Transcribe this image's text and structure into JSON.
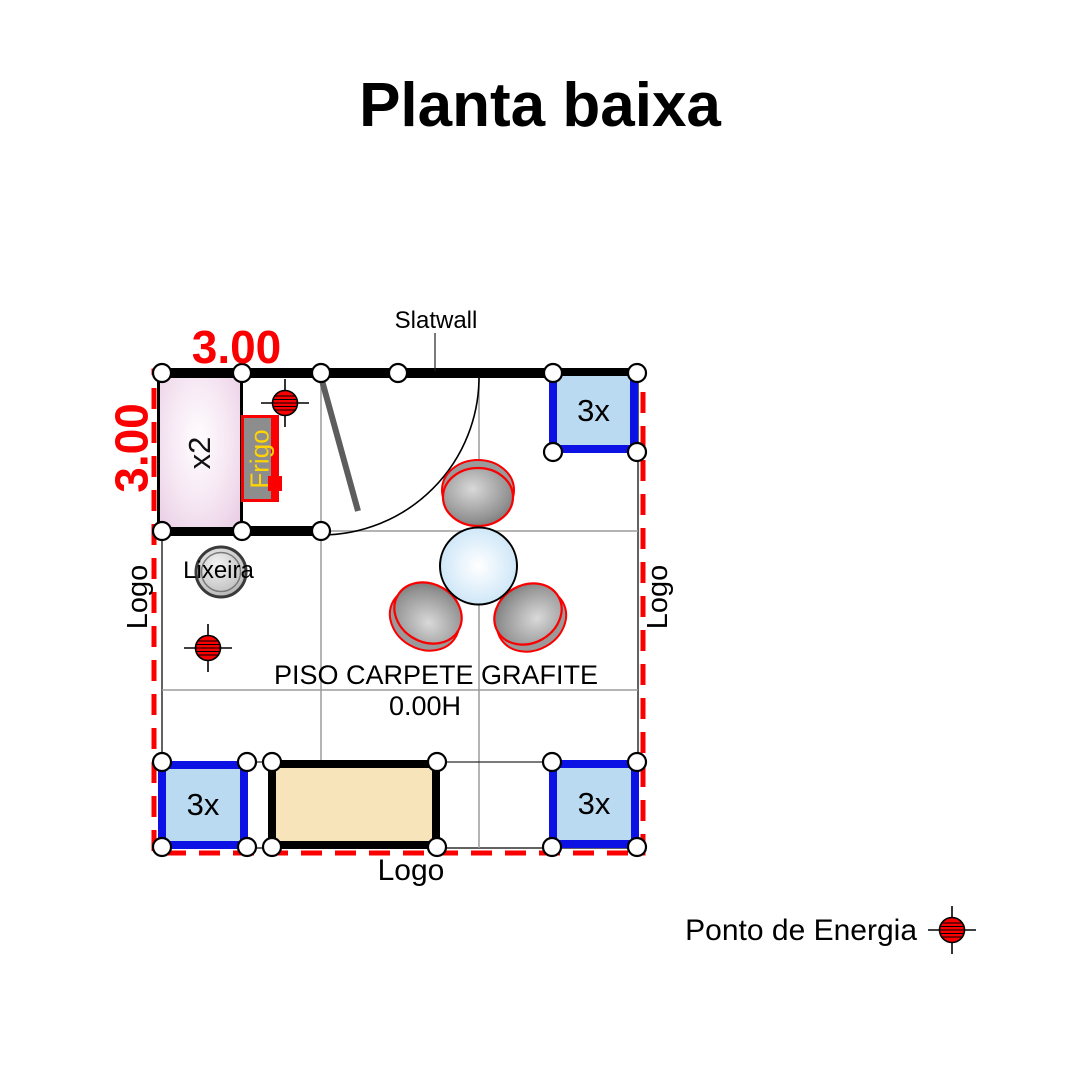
{
  "title": "Planta baixa",
  "plan": {
    "dim_top": "3.00",
    "dim_left": "3.00",
    "slatwall_label": "Slatwall",
    "counter_label": "x2",
    "fridge_label": "Frigo",
    "trash_label": "Lixeira",
    "floor_line1": "PISO CARPETE GRAFITE",
    "floor_line2": "0.00H",
    "stools": [
      {
        "label": "3x",
        "position": "top-right"
      },
      {
        "label": "3x",
        "position": "bottom-left"
      },
      {
        "label": "3x",
        "position": "bottom-right"
      }
    ],
    "logos": {
      "left": "Logo",
      "right": "Logo",
      "bottom": "Logo"
    }
  },
  "legend": {
    "power_label": "Ponto de Energia"
  },
  "colors": {
    "dimension_red": "#fa0000",
    "boundary_dash_red": "#fa0000",
    "wall_black": "#000000",
    "grid_gray": "#9b9b9b",
    "stool_fill": "#b9daf1",
    "stool_border_blue": "#0d12e4",
    "counter_pink": "#e9cce3",
    "front_counter_beige": "#f8e4bb",
    "fridge_gray": "#8d8d8d",
    "fridge_label_yellow": "#ffd400",
    "table_blue": "#c6e3f5",
    "chair_gray": "#9a9a9a",
    "power_point_red": "#fa0000"
  }
}
